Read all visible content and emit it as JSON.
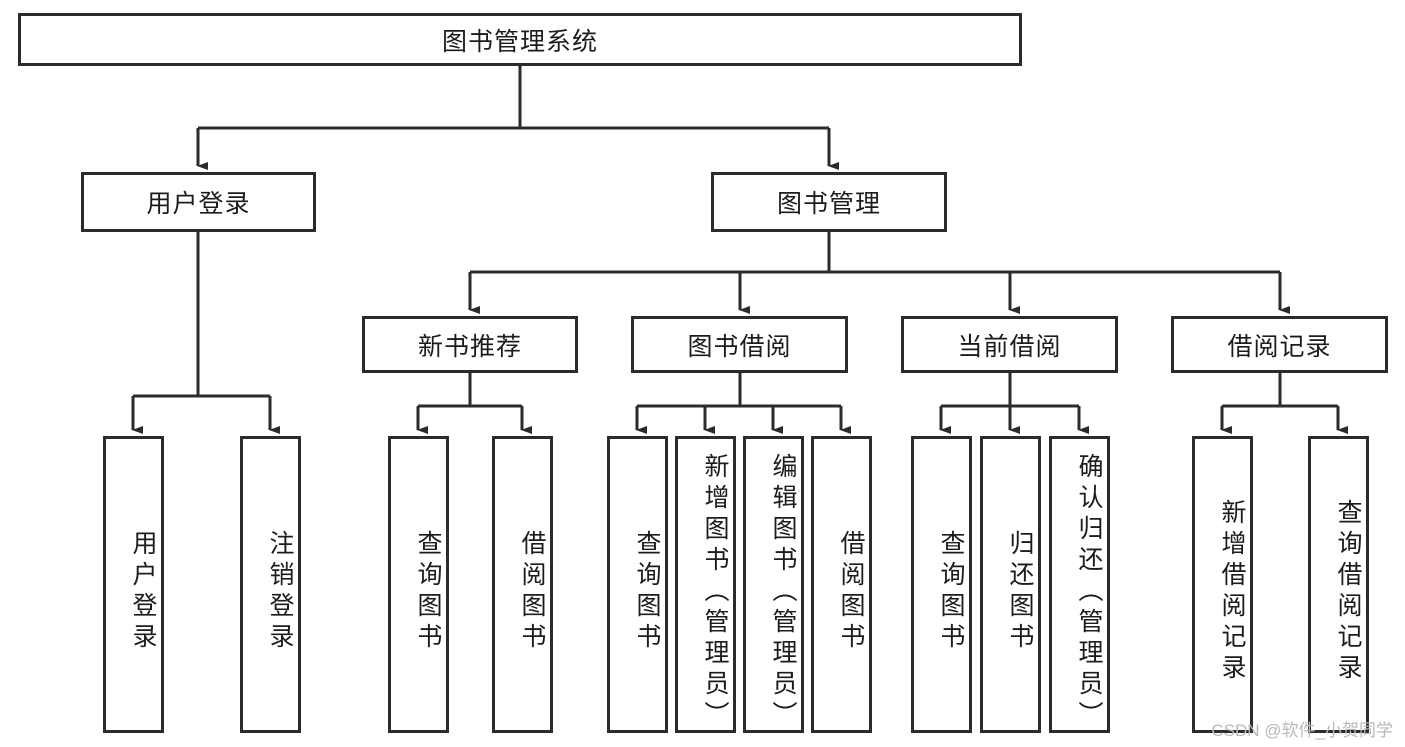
{
  "diagram": {
    "type": "tree",
    "title": "图书管理系统",
    "watermark": "CSDN @软件_小贺同学",
    "colors": {
      "box_border": "#2b2b2b",
      "box_fill": "#ffffff",
      "edge": "#2b2b2b",
      "text": "#1c1c1c",
      "watermark": "#b9b9b9",
      "background": "#ffffff"
    },
    "levels": {
      "root": {
        "label": "图书管理系统"
      },
      "modules": [
        {
          "label": "用户登录"
        },
        {
          "label": "图书管理"
        }
      ],
      "submodules": [
        {
          "label": "新书推荐"
        },
        {
          "label": "图书借阅"
        },
        {
          "label": "当前借阅"
        },
        {
          "label": "借阅记录"
        }
      ],
      "leaves": [
        {
          "label": "用户登录",
          "parent": "用户登录"
        },
        {
          "label": "注销登录",
          "parent": "用户登录"
        },
        {
          "label": "查询图书",
          "parent": "新书推荐"
        },
        {
          "label": "借阅图书",
          "parent": "新书推荐"
        },
        {
          "label": "查询图书",
          "parent": "图书借阅"
        },
        {
          "label": "新增图书（管理员）",
          "parent": "图书借阅"
        },
        {
          "label": "编辑图书（管理员）",
          "parent": "图书借阅"
        },
        {
          "label": "借阅图书",
          "parent": "图书借阅"
        },
        {
          "label": "查询图书",
          "parent": "当前借阅"
        },
        {
          "label": "归还图书",
          "parent": "当前借阅"
        },
        {
          "label": "确认归还（管理员）",
          "parent": "当前借阅"
        },
        {
          "label": "新增借阅记录",
          "parent": "借阅记录"
        },
        {
          "label": "查询借阅记录",
          "parent": "借阅记录"
        }
      ]
    }
  }
}
